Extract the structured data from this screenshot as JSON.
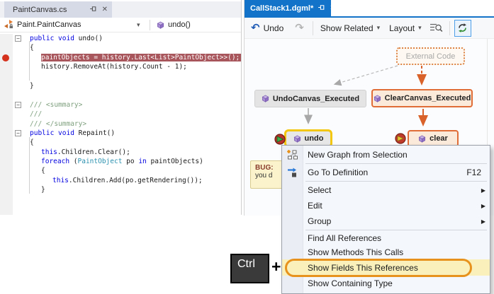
{
  "editor": {
    "tab_title": "PaintCanvas.cs",
    "breadcrumb": {
      "type_name": "Paint.PaintCanvas",
      "member_name": "undo()"
    },
    "code": {
      "lines": [
        {
          "fold": true,
          "ind": 8,
          "segs": [
            [
              "public void ",
              "k"
            ],
            [
              "undo()",
              "p"
            ]
          ]
        },
        {
          "ind": 8,
          "segs": [
            [
              "{",
              "p"
            ]
          ]
        },
        {
          "ind": 24,
          "bp": true,
          "hl": true,
          "segs": [
            [
              "paintObjects = history.Last<List>PaintObject>>();",
              "p"
            ]
          ]
        },
        {
          "ind": 24,
          "segs": [
            [
              "history.RemoveAt(history.Count - 1);",
              "p"
            ]
          ]
        },
        {
          "segs": []
        },
        {
          "ind": 8,
          "segs": [
            [
              "}",
              "p"
            ]
          ]
        },
        {
          "segs": []
        },
        {
          "fold": true,
          "ind": 8,
          "segs": [
            [
              "/// <summary>",
              "c"
            ]
          ]
        },
        {
          "ind": 8,
          "segs": [
            [
              "///",
              "c"
            ]
          ]
        },
        {
          "ind": 8,
          "segs": [
            [
              "/// </summary>",
              "c"
            ]
          ]
        },
        {
          "fold": true,
          "ind": 8,
          "segs": [
            [
              "public void ",
              "k"
            ],
            [
              "Repaint()",
              "p"
            ]
          ]
        },
        {
          "ind": 8,
          "segs": [
            [
              "{",
              "p"
            ]
          ]
        },
        {
          "ind": 24,
          "segs": [
            [
              "this",
              "k"
            ],
            [
              ".Children.Clear();",
              "p"
            ]
          ]
        },
        {
          "ind": 24,
          "segs": [
            [
              "foreach ",
              "k"
            ],
            [
              "(",
              "p"
            ],
            [
              "PaintObject",
              "t"
            ],
            [
              " po ",
              "p"
            ],
            [
              "in",
              "k"
            ],
            [
              " paintObjects)",
              "p"
            ]
          ]
        },
        {
          "ind": 24,
          "segs": [
            [
              "{",
              "p"
            ]
          ]
        },
        {
          "ind": 40,
          "segs": [
            [
              "this",
              "k"
            ],
            [
              ".Children.Add(po.getRendering());",
              "p"
            ]
          ]
        },
        {
          "ind": 24,
          "segs": [
            [
              "}",
              "p"
            ]
          ]
        }
      ]
    }
  },
  "graph": {
    "tab_title": "CallStack1.dgml*",
    "toolbar": {
      "undo_label": "Undo",
      "show_related_label": "Show Related",
      "layout_label": "Layout"
    },
    "nodes": {
      "external": "External Code",
      "undo_canvas": "UndoCanvas_Executed",
      "clear_canvas": "ClearCanvas_Executed",
      "undo": "undo",
      "clear": "clear"
    },
    "note": {
      "title": "BUG:",
      "body": "you d"
    }
  },
  "context_menu": {
    "items": [
      {
        "label": "New Graph from Selection"
      },
      {
        "label": "Go To Definition",
        "shortcut": "F12"
      },
      {
        "label": "Select",
        "submenu": true
      },
      {
        "label": "Edit",
        "submenu": true
      },
      {
        "label": "Group",
        "submenu": true
      },
      {
        "label": "Find All References"
      },
      {
        "label": "Show Methods This Calls"
      },
      {
        "label": "Show Fields This References",
        "highlighted": true
      },
      {
        "label": "Show Containing Type"
      }
    ]
  },
  "keyboard": {
    "key_label": "Ctrl",
    "plus": "+"
  },
  "icons": {
    "close": "✕",
    "dropdown_caret": "▾",
    "submenu_arrow": "▶",
    "undo_arrow": "↶",
    "redo_arrow": "↷",
    "fold_collapse": "−"
  },
  "colors": {
    "active_tab_blue": "#1273c8",
    "selected_node_gold": "#f3c60f",
    "related_node_orange": "#e06d38",
    "annotation_orange": "#e8921e",
    "breakpoint_line_red": "#a8555b",
    "breakpoint_dot_red": "#d5321e",
    "menu_highlight_yellow": "#f9f0bb",
    "note_yellow": "#faf3cb"
  }
}
